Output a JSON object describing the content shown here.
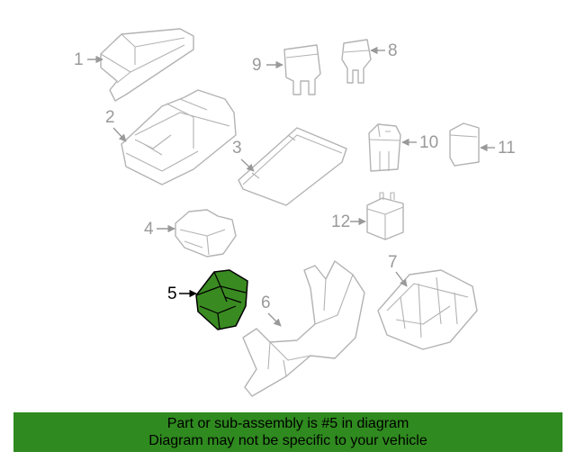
{
  "diagram": {
    "callouts": [
      "1",
      "2",
      "3",
      "4",
      "5",
      "6",
      "7",
      "8",
      "9",
      "10",
      "11",
      "12"
    ],
    "highlighted_part": "5"
  },
  "banner": {
    "line1": "Part or sub-assembly is #5 in diagram",
    "line2": "Diagram may not be specific to your vehicle"
  },
  "colors": {
    "highlight": "#3a8a22",
    "banner": "#2f8a1f",
    "outline": "#b3b3b3"
  }
}
